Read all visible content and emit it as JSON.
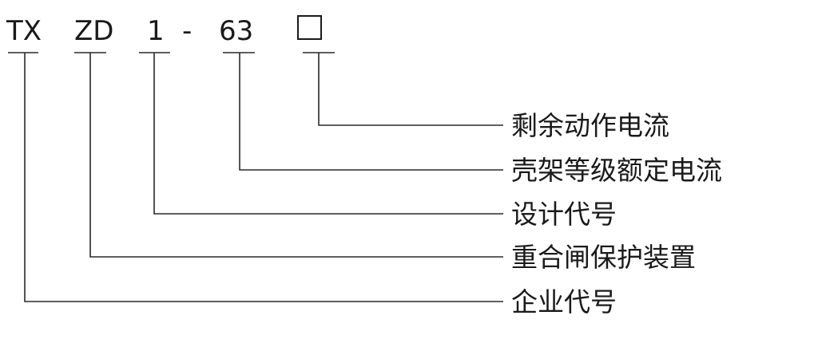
{
  "model_code": {
    "segments": [
      "TX",
      "ZD",
      "1",
      "-",
      "63"
    ],
    "box_placeholder": ""
  },
  "labels": [
    "剩余动作电流",
    "壳架等级额定电流",
    "设计代号",
    "重合闸保护装置",
    "企业代号"
  ]
}
